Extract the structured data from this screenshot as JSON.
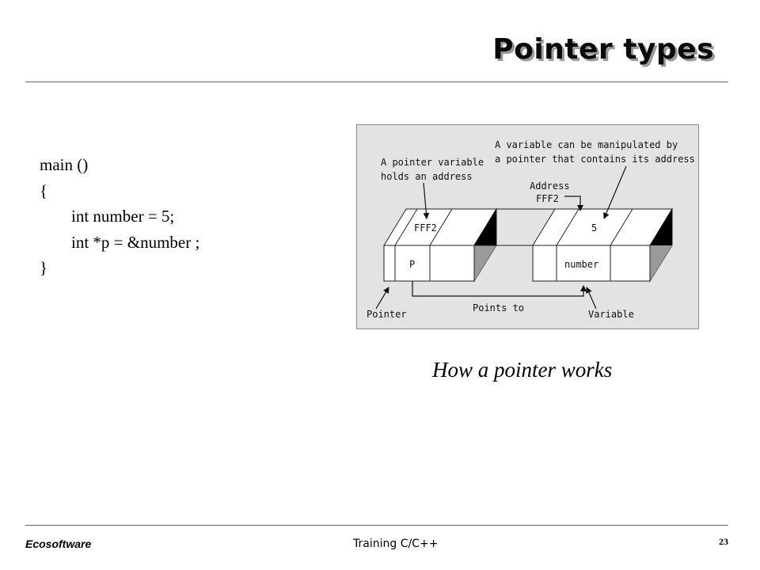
{
  "slide": {
    "title": "Pointer types",
    "footer_left": "Ecosoftware",
    "footer_center": "Training C/C++",
    "page_number": "23"
  },
  "code": {
    "lines": [
      "main ()",
      "{",
      "int number = 5;",
      "int *p = &number ;",
      "}"
    ]
  },
  "figure": {
    "callout_pointer": [
      "A pointer variable",
      "holds an address"
    ],
    "callout_variable": [
      "A variable can be manipulated by",
      "a pointer that contains its address"
    ],
    "address_label": [
      "Address",
      "FFF2"
    ],
    "pointer_value": "FFF2",
    "pointer_name": "P",
    "variable_value": "5",
    "variable_name": "number",
    "label_pointer": "Pointer",
    "label_points_to": "Points to",
    "label_variable": "Variable",
    "caption": "How a pointer works"
  },
  "colors": {
    "accent_rule": "#c0306a",
    "figure_bg": "#e3e3e3"
  }
}
